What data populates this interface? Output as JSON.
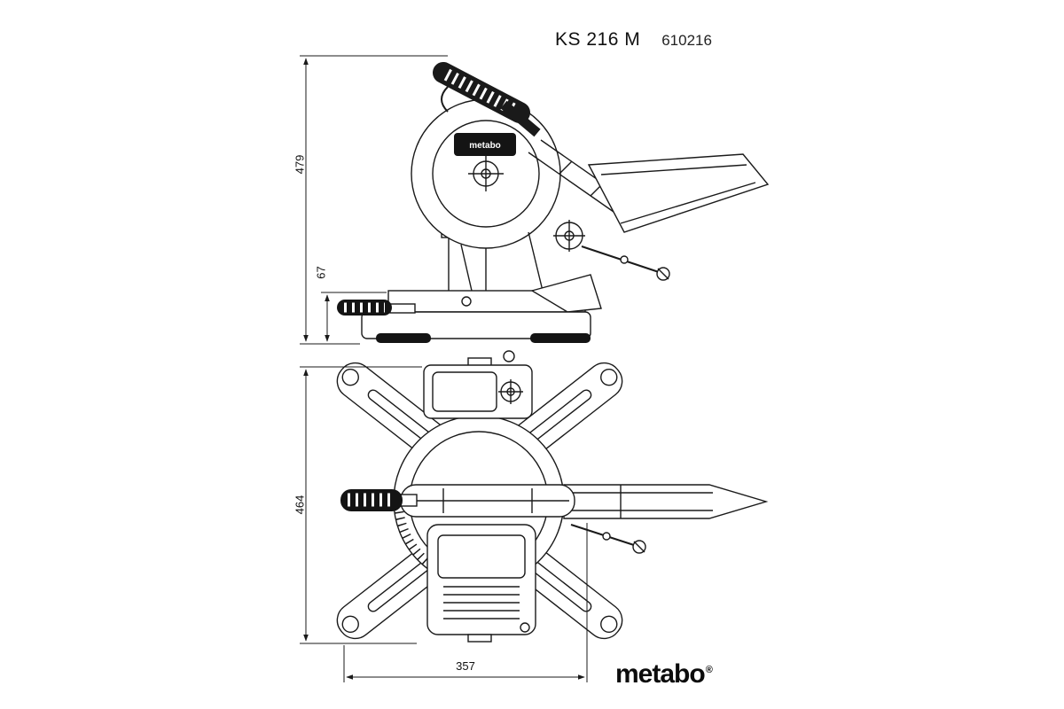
{
  "header": {
    "model": "KS 216 M",
    "article_number": "610216"
  },
  "dimensions": {
    "overall_height_mm": "479",
    "table_height_mm": "67",
    "overall_depth_mm": "464",
    "base_width_mm": "357"
  },
  "brand": {
    "name": "metabo",
    "registered": "®",
    "label_plate": "metabo"
  },
  "colors": {
    "line": "#1a1a1a",
    "background": "#ffffff"
  }
}
